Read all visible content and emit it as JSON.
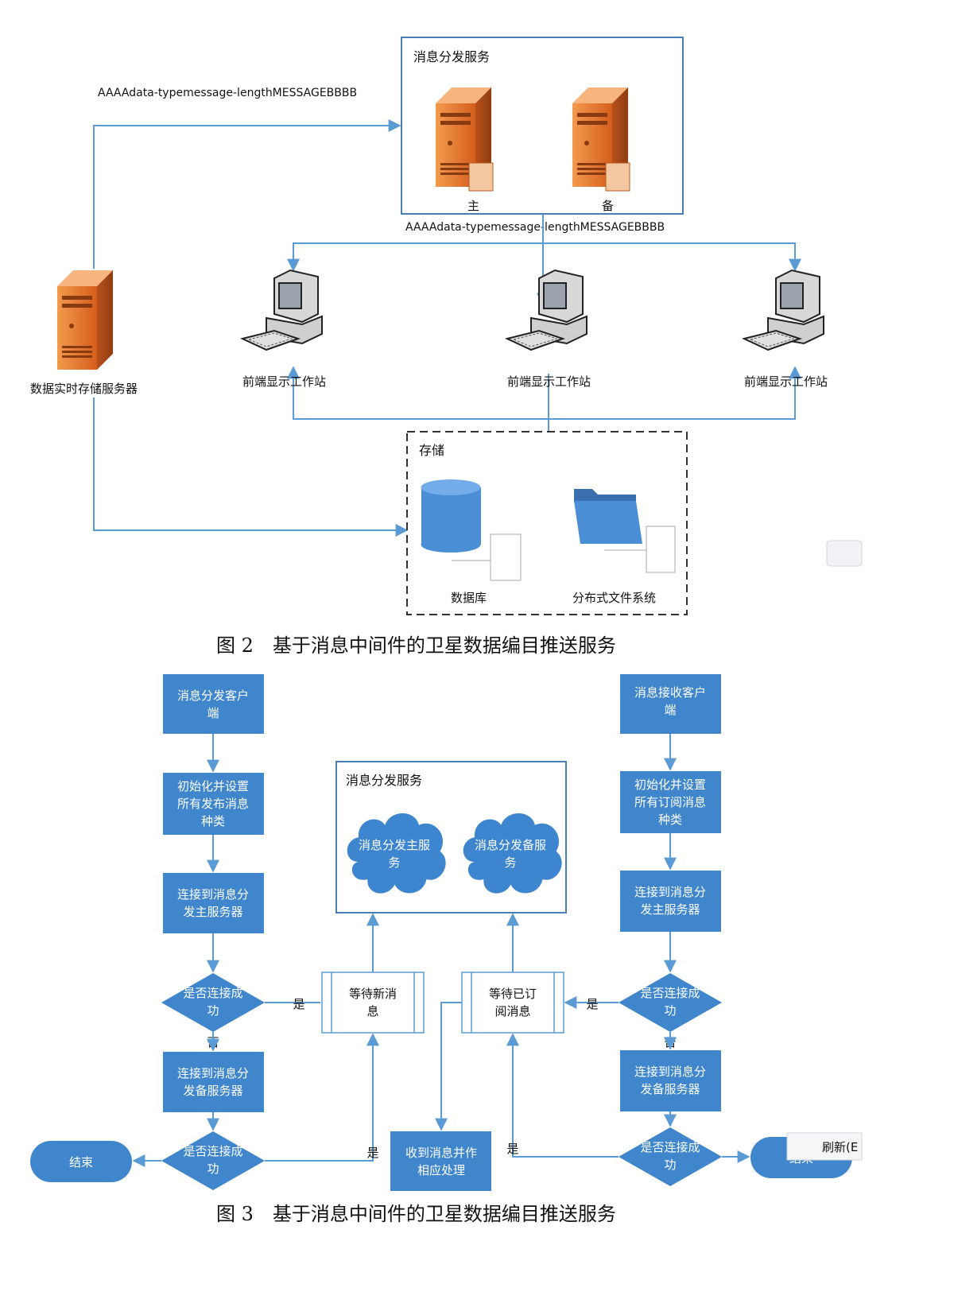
{
  "colors": {
    "box_blue": "#3f86cc",
    "line_blue": "#5b9bd5",
    "server_orange": "#e8742a",
    "db_blue": "#4a8fd6",
    "cloud_blue": "#3d86cf"
  },
  "fig2": {
    "dispatch_title": "消息分发服务",
    "primary_label": "主",
    "backup_label": "备",
    "msg_format_top": "AAAAdata-typemessage-lengthMESSAGEBBBB",
    "msg_format_bottom": "AAAAdata-typemessage-lengthMESSAGEBBBB",
    "storage_server_label": "数据实时存储服务器",
    "workstations": [
      "前端显示工作站",
      "前端显示工作站",
      "前端显示工作站"
    ],
    "storage_title": "存储",
    "database_label": "数据库",
    "dfs_label": "分布式文件系统",
    "caption": "图 2　基于消息中间件的卫星数据编目推送服务"
  },
  "fig3": {
    "left_client": [
      "消息分发客户",
      "端"
    ],
    "left_init": [
      "初始化并设置",
      "所有发布消息",
      "种类"
    ],
    "left_connect_main": [
      "连接到消息分",
      "发主服务器"
    ],
    "left_check1": [
      "是否连接成",
      "功"
    ],
    "left_connect_backup": [
      "连接到消息分",
      "发备服务器"
    ],
    "left_check2": [
      "是否连接成",
      "功"
    ],
    "end_left": "结束",
    "right_client": [
      "消息接收客户",
      "端"
    ],
    "right_init": [
      "初始化并设置",
      "所有订阅消息",
      "种类"
    ],
    "right_connect_main": [
      "连接到消息分",
      "发主服务器"
    ],
    "right_check1": [
      "是否连接成",
      "功"
    ],
    "right_connect_backup": [
      "连接到消息分",
      "发备服务器"
    ],
    "right_check2": [
      "是否连接成",
      "功"
    ],
    "end_right": "结束",
    "service_title": "消息分发服务",
    "cloud_main": [
      "消息分发主服",
      "务"
    ],
    "cloud_backup": [
      "消息分发备服",
      "务"
    ],
    "wait_new": [
      "等待新消",
      "息"
    ],
    "wait_sub": [
      "等待已订",
      "阅消息"
    ],
    "process": [
      "收到消息并作",
      "相应处理"
    ],
    "yes": "是",
    "no": "否",
    "refresh_popup": "刷新(E",
    "caption": "图 3　基于消息中间件的卫星数据编目推送服务"
  }
}
